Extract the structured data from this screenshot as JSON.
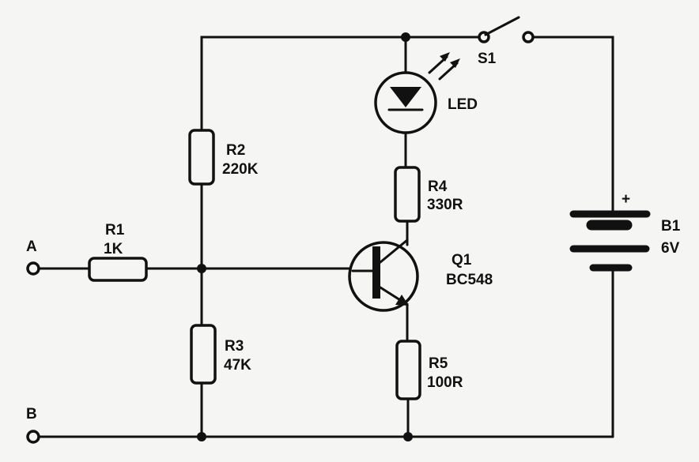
{
  "terminals": {
    "a": "A",
    "b": "B"
  },
  "switch": {
    "label": "S1"
  },
  "led": {
    "label": "LED"
  },
  "r1": {
    "name": "R1",
    "value": "1K"
  },
  "r2": {
    "name": "R2",
    "value": "220K"
  },
  "r3": {
    "name": "R3",
    "value": "47K"
  },
  "r4": {
    "name": "R4",
    "value": "330R"
  },
  "r5": {
    "name": "R5",
    "value": "100R"
  },
  "q1": {
    "name": "Q1",
    "value": "BC548"
  },
  "battery": {
    "name": "B1",
    "value": "6V",
    "polarity": "+"
  }
}
